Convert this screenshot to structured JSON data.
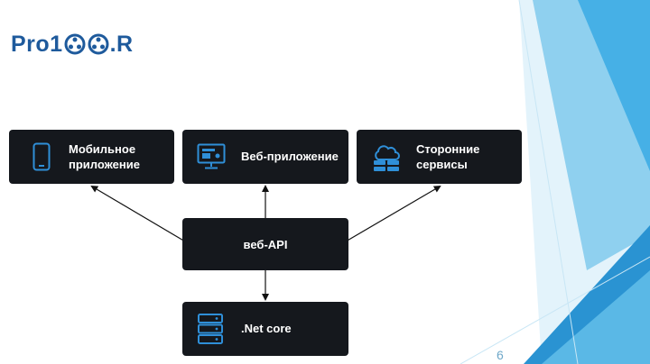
{
  "logo": {
    "prefix": "Pro1",
    "suffix": ".R"
  },
  "nodes": {
    "mobile": {
      "label_line1": "Мобильное",
      "label_line2": "приложение"
    },
    "web": {
      "label": "Веб-приложение"
    },
    "third": {
      "label_line1": "Сторонние",
      "label_line2": "сервисы"
    },
    "api": {
      "label": "веб-API"
    },
    "core": {
      "label": ".Net core"
    }
  },
  "page_number": "6",
  "colors": {
    "box": "#15181d",
    "icon": "#2f8fd8",
    "logo": "#1e5a9c",
    "accent_light": "#bfe4f6",
    "accent_mid": "#5ab8e6",
    "accent_dark": "#2a93d2"
  }
}
